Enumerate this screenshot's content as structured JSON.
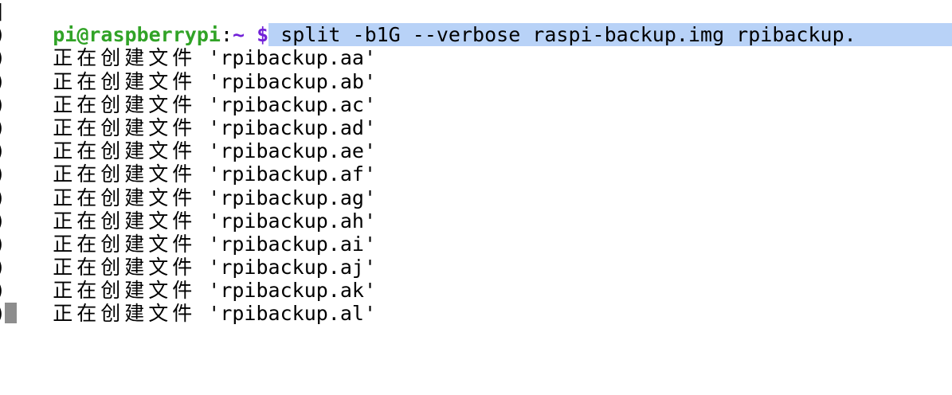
{
  "prompt_line": {
    "user_host": "pi@raspberrypi",
    "separator": ":",
    "cwd": "~",
    "sigil": "$",
    "selected_command": "split -b1G --verbose raspi-backup.img rpibackup."
  },
  "output_lines": [
    {
      "message": "正在创建文件",
      "filename": "'rpibackup.aa'"
    },
    {
      "message": "正在创建文件",
      "filename": "'rpibackup.ab'"
    },
    {
      "message": "正在创建文件",
      "filename": "'rpibackup.ac'"
    },
    {
      "message": "正在创建文件",
      "filename": "'rpibackup.ad'"
    },
    {
      "message": "正在创建文件",
      "filename": "'rpibackup.ae'"
    },
    {
      "message": "正在创建文件",
      "filename": "'rpibackup.af'"
    },
    {
      "message": "正在创建文件",
      "filename": "'rpibackup.ag'"
    },
    {
      "message": "正在创建文件",
      "filename": "'rpibackup.ah'"
    },
    {
      "message": "正在创建文件",
      "filename": "'rpibackup.ai'"
    },
    {
      "message": "正在创建文件",
      "filename": "'rpibackup.aj'"
    },
    {
      "message": "正在创建文件",
      "filename": "'rpibackup.ak'"
    },
    {
      "message": "正在创建文件",
      "filename": "'rpibackup.al'"
    }
  ],
  "artifacts": {
    "first_line_fragment": "]",
    "line_fragment": ")"
  },
  "colors": {
    "background": "#ffffff",
    "text": "#000000",
    "prompt_green": "#31a327",
    "prompt_purple": "#7222d8",
    "selection_blue": "#b8d2f7",
    "cursor_gray": "#8d8d8d"
  }
}
